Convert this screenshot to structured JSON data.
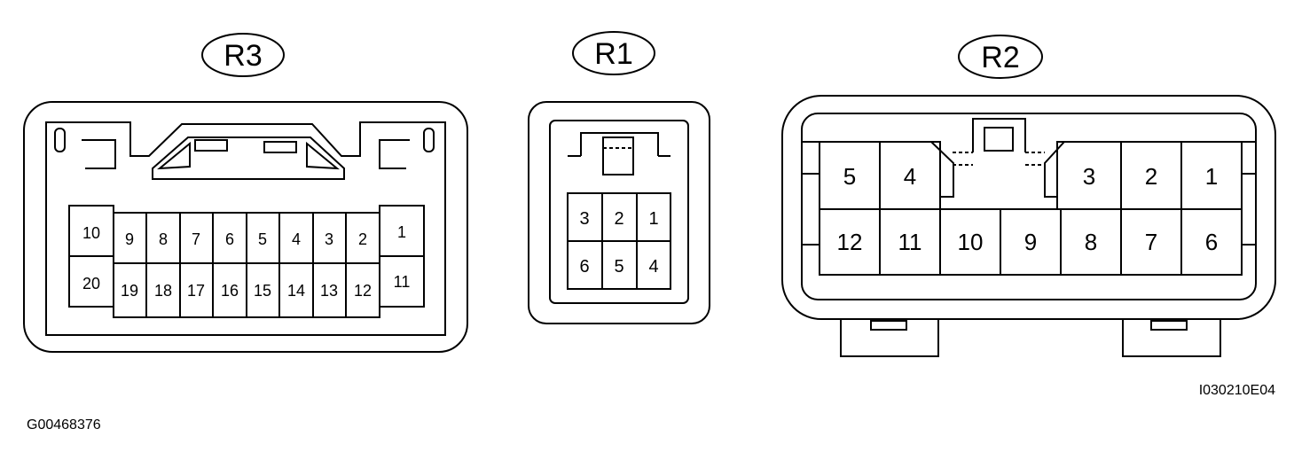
{
  "connectors": {
    "r3": {
      "label": "R3",
      "pins": [
        "1",
        "2",
        "3",
        "4",
        "5",
        "6",
        "7",
        "8",
        "9",
        "10",
        "11",
        "12",
        "13",
        "14",
        "15",
        "16",
        "17",
        "18",
        "19",
        "20"
      ]
    },
    "r1": {
      "label": "R1",
      "pins": [
        "1",
        "2",
        "3",
        "4",
        "5",
        "6"
      ]
    },
    "r2": {
      "label": "R2",
      "pins": [
        "1",
        "2",
        "3",
        "4",
        "5",
        "6",
        "7",
        "8",
        "9",
        "10",
        "11",
        "12"
      ]
    }
  },
  "figure_codes": {
    "right": "I030210E04",
    "left": "G00468376"
  }
}
